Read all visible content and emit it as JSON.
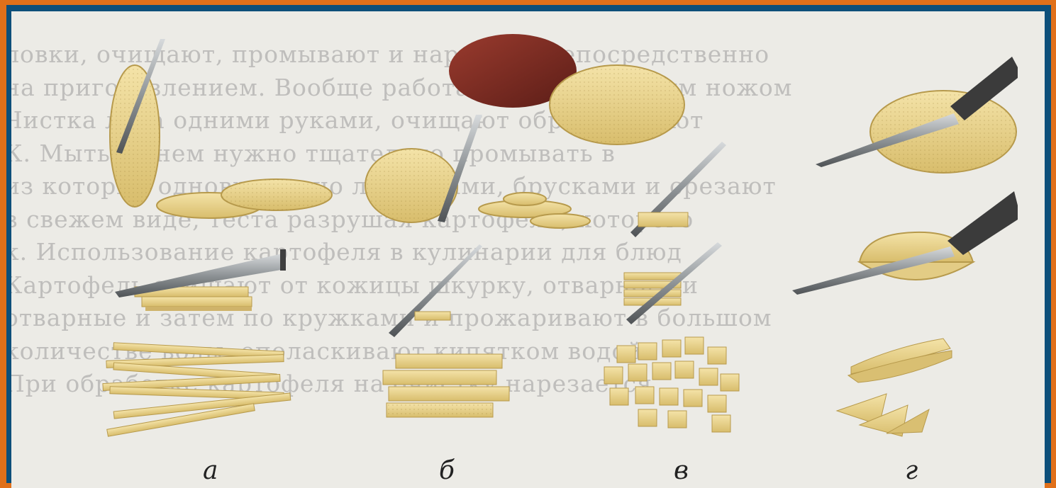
{
  "colors": {
    "frame": "#e0701a",
    "background": "#0d4f7a",
    "page": "#ecebe6",
    "potato_flesh": "#e9d48f",
    "potato_skin": "#7a2a22",
    "blade": "#9ea3a6"
  },
  "background_text": [
    "ловки, очищают, промывают и нарезают непосредственно",
    "на приготовлением. Вообще работать только острым ножом",
    "Чистка лука одними руками, очищают обрабатывают",
    "К. Мытье в нем нужно тщательно промывать в",
    "из которых одновременно ломтиками, брусками и срезают",
    "в свежем виде, теста разрушая картофеля, которого",
    "к. Использование картофеля в кулинарии для блюд",
    "Картофель очищают от кожицы шкурку, отварного и",
    "отварные и затем по кружками и прожаривают в большом",
    "количестве воды, ополаскивают кипятком водой.",
    "При обработке картофеля на очистку нарезается"
  ],
  "labels": {
    "a": "а",
    "b": "б",
    "v": "в",
    "g": "г"
  }
}
